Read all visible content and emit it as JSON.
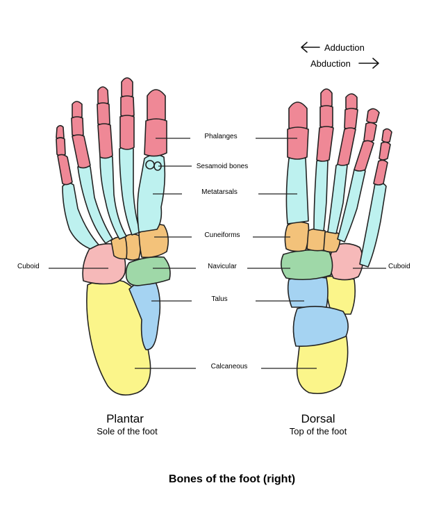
{
  "directions": {
    "adduction": "Adduction",
    "abduction": "Abduction"
  },
  "labels": {
    "phalanges": "Phalanges",
    "sesamoid": "Sesamoid bones",
    "metatarsals": "Metatarsals",
    "cuneiforms": "Cuneiforms",
    "navicular": "Navicular",
    "talus": "Talus",
    "calcaneous": "Calcaneous",
    "cuboid_left": "Cuboid",
    "cuboid_right": "Cuboid"
  },
  "captions": {
    "plantar": {
      "title": "Plantar",
      "subtitle": "Sole of the foot"
    },
    "dorsal": {
      "title": "Dorsal",
      "subtitle": "Top of the foot"
    }
  },
  "title": "Bones of the foot (right)",
  "colors": {
    "phalanges": "#ef8896",
    "metatarsals": "#bdf1ef",
    "cuneiforms": "#f3c27a",
    "navicular": "#9fd8a8",
    "cuboid": "#f6b9b9",
    "talus": "#a5d3f2",
    "calcaneous": "#fbf58a",
    "outline": "#222222"
  }
}
